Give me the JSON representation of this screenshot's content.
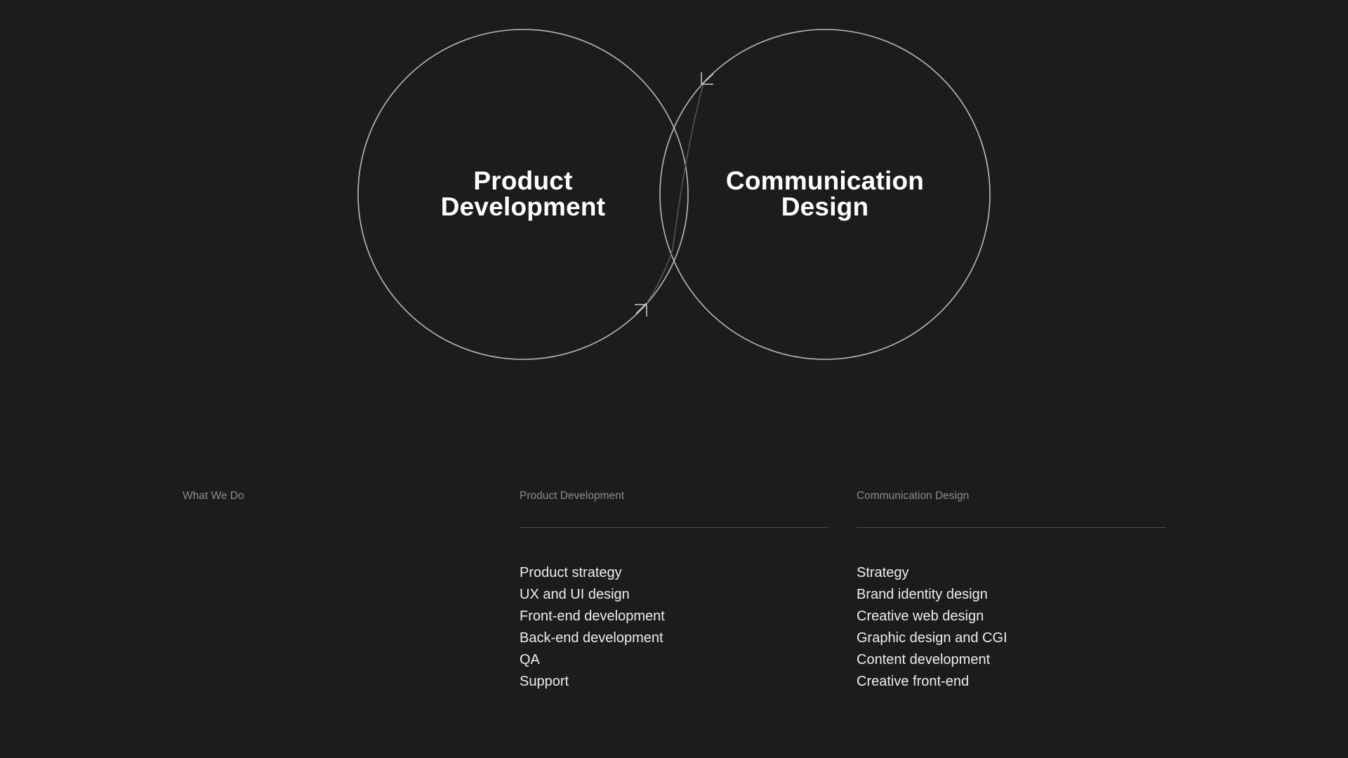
{
  "venn": {
    "left_circle": {
      "title_line1": "Product",
      "title_line2": "Development"
    },
    "right_circle": {
      "title_line1": "Communication",
      "title_line2": "Design"
    },
    "stroke_color": "#b9b9b9",
    "background": "#1b1c1e"
  },
  "section": {
    "label": "What We Do"
  },
  "product_development": {
    "heading": "Product Development",
    "items": [
      "Product strategy",
      "UX and UI design",
      "Front-end development",
      "Back-end development",
      "QA",
      "Support"
    ]
  },
  "communication_design": {
    "heading": "Communication Design",
    "items": [
      "Strategy",
      "Brand identity design",
      "Creative web design",
      "Graphic design and CGI",
      "Content development",
      "Creative front-end"
    ]
  }
}
